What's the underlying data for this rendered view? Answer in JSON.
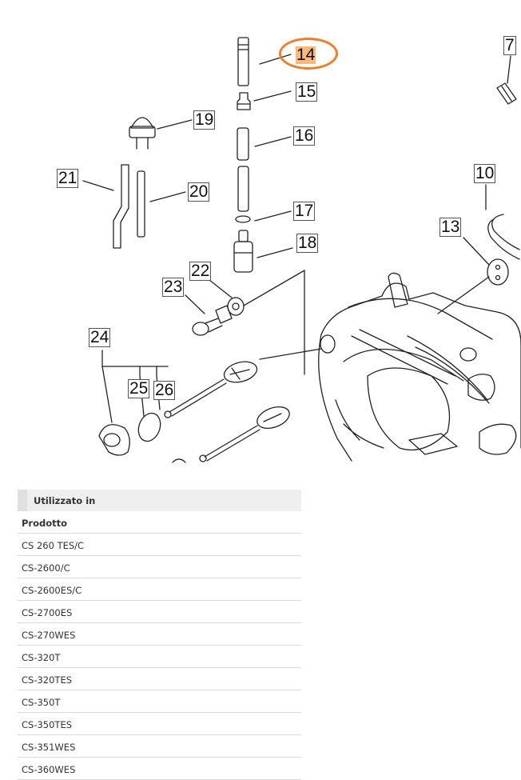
{
  "diagram": {
    "callouts": [
      "7",
      "14",
      "15",
      "19",
      "16",
      "21",
      "20",
      "10",
      "17",
      "13",
      "18",
      "22",
      "23",
      "24",
      "25",
      "26"
    ],
    "highlighted_callout": "14",
    "highlight_ring_color": "#ef7e2a",
    "highlight_fill_color": "#f7b97e"
  },
  "used_in": {
    "title": "Utilizzato in",
    "column_header": "Prodotto",
    "products": [
      "CS 260 TES/C",
      "CS-2600/C",
      "CS-2600ES/C",
      "CS-2700ES",
      "CS-270WES",
      "CS-320T",
      "CS-320TES",
      "CS-350T",
      "CS-350TES",
      "CS-351WES",
      "CS-360WES"
    ]
  }
}
